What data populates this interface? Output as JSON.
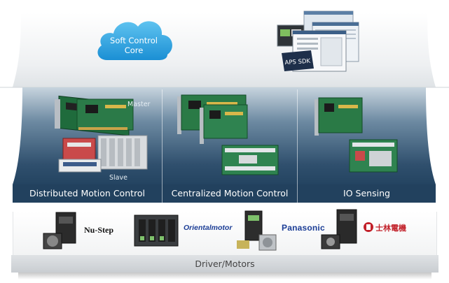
{
  "top": {
    "cloud_line1": "Soft Control",
    "cloud_line2": "Core",
    "sdk_label": "APS SDK"
  },
  "middle": {
    "sections": [
      {
        "label": "Distributed Motion Control"
      },
      {
        "label": "Centralized Motion Control"
      },
      {
        "label": "IO Sensing"
      }
    ],
    "master_label": "Master",
    "slave_label": "Slave"
  },
  "bottom": {
    "brands": {
      "nustep": "Nu-Step",
      "oriental": "Orientalmotor",
      "panasonic": "Panasonic",
      "shihlin": "士林電機"
    },
    "title": "Driver/Motors"
  }
}
